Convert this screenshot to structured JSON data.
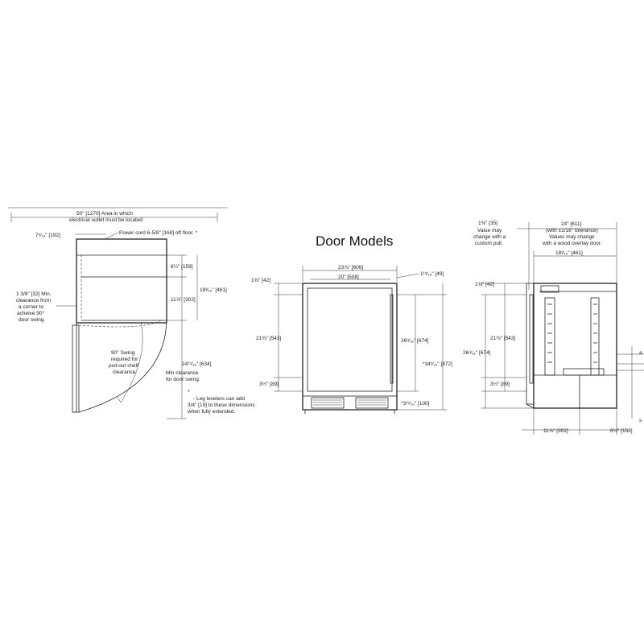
{
  "title": "Door Models",
  "left_view": {
    "outlet_area": "50\" [1270] Area in which",
    "outlet_area_2": "electrical outlet must be located",
    "cord_offset": "7⁹⁄₁₆\" [192]",
    "power_cord": "Power cord 6-5/8\" [168] off floor. *",
    "corner_note_1": "1 3/8\" [32] Min.",
    "corner_note_2": "clearance from",
    "corner_note_3": "a corner to",
    "corner_note_4": "acheive 90°",
    "corner_note_5": "door swing.",
    "dim_159": "6¼\" [159]",
    "dim_302": "11⅞\" [302]",
    "dim_461": "18³⁄₁₆\" [461]",
    "swing_1": "90° Swing",
    "swing_2": "required for",
    "swing_3": "pull-out shelf",
    "swing_4": "clearance.",
    "dim_634": "24¹⁵⁄₁₆\" [634]",
    "min_clear_1": "Min clearance",
    "min_clear_2": "for door swing.",
    "star": "*",
    "leg_note_1": "- Leg levelers can add",
    "leg_note_2": "3/4\" [19] to these dimensions",
    "leg_note_3": "when fully extended."
  },
  "front_view": {
    "width_outer": "23⅞\" [606]",
    "width_inner": "20\" [508]",
    "top_offset": "1⅝\" [42]",
    "right_top": "1¹⁵⁄₁₆\" [49]",
    "door_height": "21⅜\" [543]",
    "bottom_offset": "3½\" [89]",
    "height_674": "26⁹⁄₁₆\" [674]",
    "height_872": "*34⁵⁄₁₆\" [872]",
    "kick_100": "*3¹⁵⁄₁₆\" [100]"
  },
  "side_view": {
    "pull_dim": "1⅜\" [35]",
    "pull_note_1": "Value may",
    "pull_note_2": "change with a",
    "pull_note_3": "custom pull.",
    "depth_total": "24\" [611]",
    "depth_note_1": "(with ±1/16\" tolerance)",
    "depth_note_2": "Values may change",
    "depth_note_3": "with a wood overlay door.",
    "depth_461": "18³⁄₁₆\" [461]",
    "top_offset": "1⅝\" [42]",
    "door_height": "21⅜\" [543]",
    "height_674": "26⁹⁄₁₆\" [674]",
    "bottom_offset": "3½\" [89]",
    "bottom_302": "11⅞\" [302]",
    "bottom_159": "6¼\" [159]",
    "edge_a": "a",
    "edge_s": "s"
  }
}
